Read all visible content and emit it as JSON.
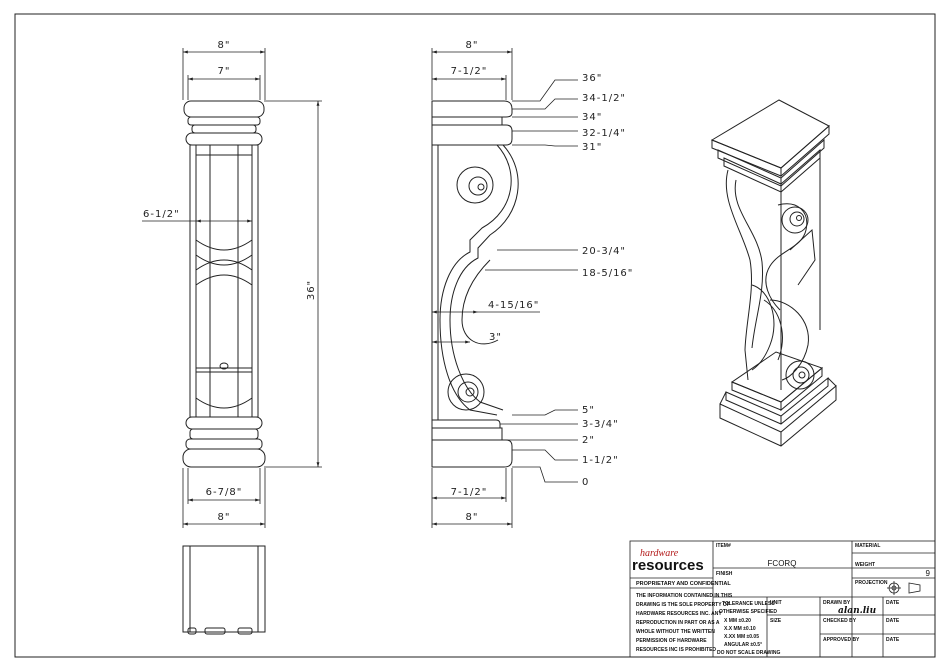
{
  "front_view": {
    "dims": {
      "top_overall": "8\"",
      "top_inner": "7\"",
      "shaft_width": "6-1/2\"",
      "height": "36\"",
      "bottom_inner": "6-7/8\"",
      "bottom_overall": "8\""
    }
  },
  "side_view": {
    "dims": {
      "top_overall": "8\"",
      "top_inner": "7-1/2\"",
      "scroll_depth_a": "4-15/16\"",
      "scroll_depth_b": "3\"",
      "bottom_inner": "7-1/2\"",
      "bottom_overall": "8\""
    },
    "elevations": [
      "36\"",
      "34-1/2\"",
      "34\"",
      "32-1/4\"",
      "31\"",
      "20-3/4\"",
      "18-5/16\"",
      "5\"",
      "3-3/4\"",
      "2\"",
      "1-1/2\"",
      "0"
    ]
  },
  "title_block": {
    "brand_top": "hardware",
    "brand_main": "resources",
    "proprietary_heading": "PROPRIETARY AND CONFIDENTIAL",
    "proprietary_text": [
      "THE INFORMATION CONTAINED IN THIS",
      "DRAWING IS THE SOLE PROPERTY OF",
      "HARDWARE RESOURCES INC. ANY",
      "REPRODUCTION IN PART OR AS A",
      "WHOLE WITHOUT THE WRITTEN",
      "PERMISSION OF HARDWARE",
      "RESOURCES INC IS PROHIBITED"
    ],
    "labels": {
      "item": "ITEM#",
      "finish": "FINISH",
      "material": "MATERIAL",
      "weight": "WEIGHT",
      "projection": "PROJECTION",
      "unit": "UNIT",
      "size": "SIZE",
      "drawn_by": "DRAWN BY",
      "checked_by": "CHECKED BY",
      "approved_by": "APPROVED BY",
      "date": "DATE"
    },
    "item_value": "FCORQ",
    "weight_value": "9",
    "drawn_by_value": "alan.liu",
    "tolerance": [
      "TOLERANCE UNLESS",
      "OTHERWISE SPECIFIED",
      "X    MM    ±0.20",
      "X.X   MM    ±0.10",
      "X.XX  MM    ±0.05",
      "ANGULAR    ±0.5°",
      "DO NOT SCALE DRAWING"
    ]
  }
}
